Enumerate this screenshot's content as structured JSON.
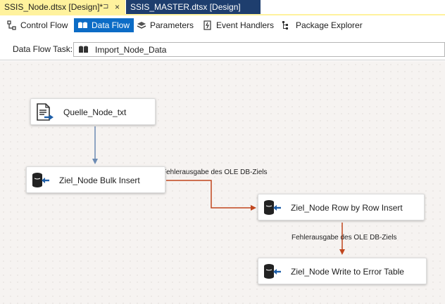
{
  "tabs": [
    {
      "label": "SSIS_Node.dtsx [Design]*",
      "pin": "⊐",
      "close": "×"
    },
    {
      "label": "SSIS_MASTER.dtsx [Design]"
    }
  ],
  "designer_tabs": [
    {
      "label": "Control Flow",
      "icon": "control-flow-icon"
    },
    {
      "label": "Data Flow",
      "icon": "data-flow-icon",
      "selected": true
    },
    {
      "label": "Parameters",
      "icon": "parameters-icon"
    },
    {
      "label": "Event Handlers",
      "icon": "event-handlers-icon"
    },
    {
      "label": "Package Explorer",
      "icon": "package-explorer-icon"
    }
  ],
  "task": {
    "label": "Data Flow Task:",
    "value": "Import_Node_Data"
  },
  "nodes": {
    "source": {
      "label": "Quelle_Node_txt",
      "icon": "flat-file-source-icon"
    },
    "bulk": {
      "label": "Ziel_Node Bulk Insert",
      "icon": "ole-db-destination-icon"
    },
    "row": {
      "label": "Ziel_Node Row by Row Insert",
      "icon": "ole-db-destination-icon"
    },
    "error": {
      "label": "Ziel_Node Write to Error Table",
      "icon": "ole-db-destination-icon"
    }
  },
  "edges": {
    "error_output_1": "Fehlerausgabe des OLE DB-Ziels",
    "error_output_2": "Fehlerausgabe des OLE DB-Ziels"
  },
  "colors": {
    "active_tab": "#fff29d",
    "inactive_tab": "#1e3e6e",
    "selected_designer_tab": "#0c6cc6",
    "data_path": "#6b8ab3",
    "error_path": "#c0461e"
  }
}
